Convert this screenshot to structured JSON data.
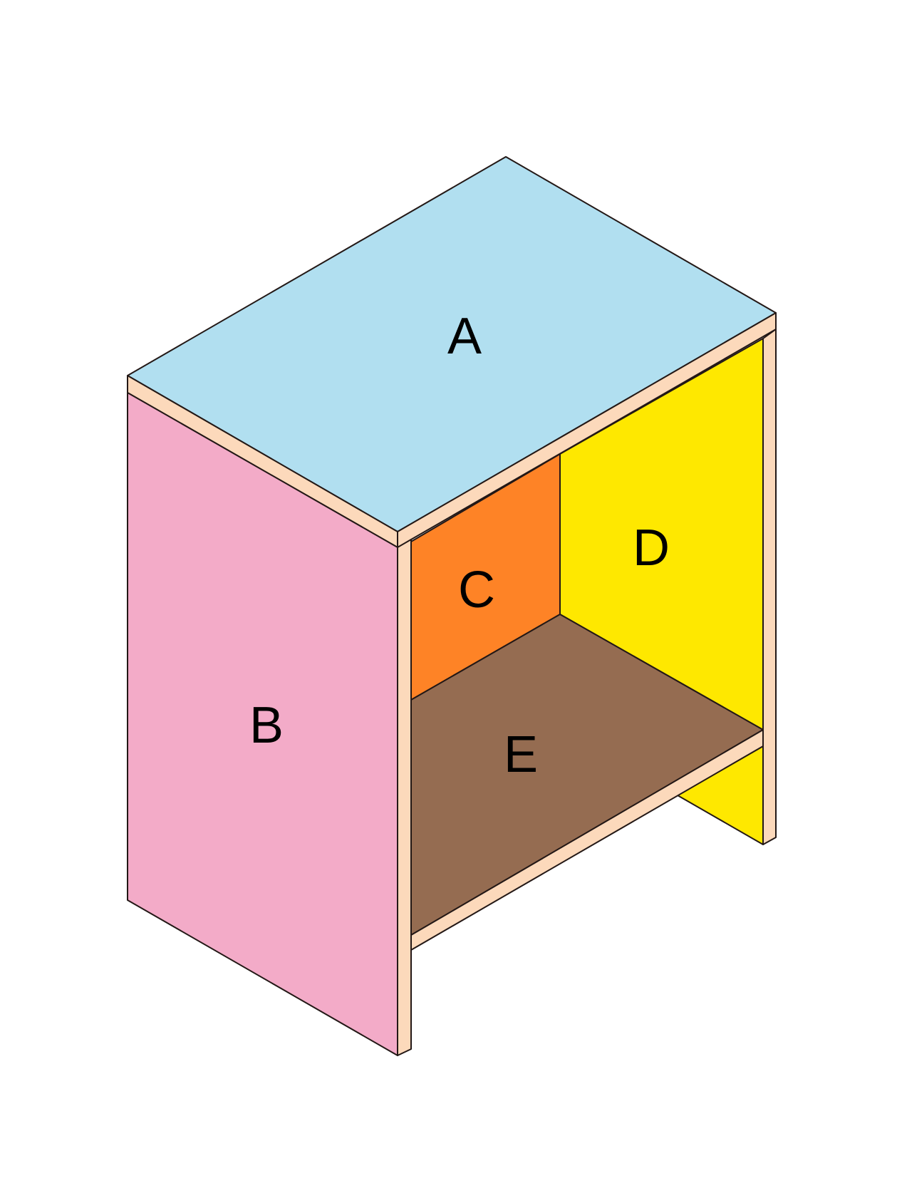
{
  "diagram": {
    "type": "isometric-shelf-unit",
    "parts": [
      {
        "key": "A",
        "label": "A",
        "color": "#b1dff0"
      },
      {
        "key": "B",
        "label": "B",
        "color": "#f3abc8"
      },
      {
        "key": "C",
        "label": "C",
        "color": "#fe8326"
      },
      {
        "key": "D",
        "label": "D",
        "color": "#fee800"
      },
      {
        "key": "E",
        "label": "E",
        "color": "#956c51"
      }
    ],
    "edge_color": "#fcd9bb",
    "stroke_color": "#231816"
  }
}
